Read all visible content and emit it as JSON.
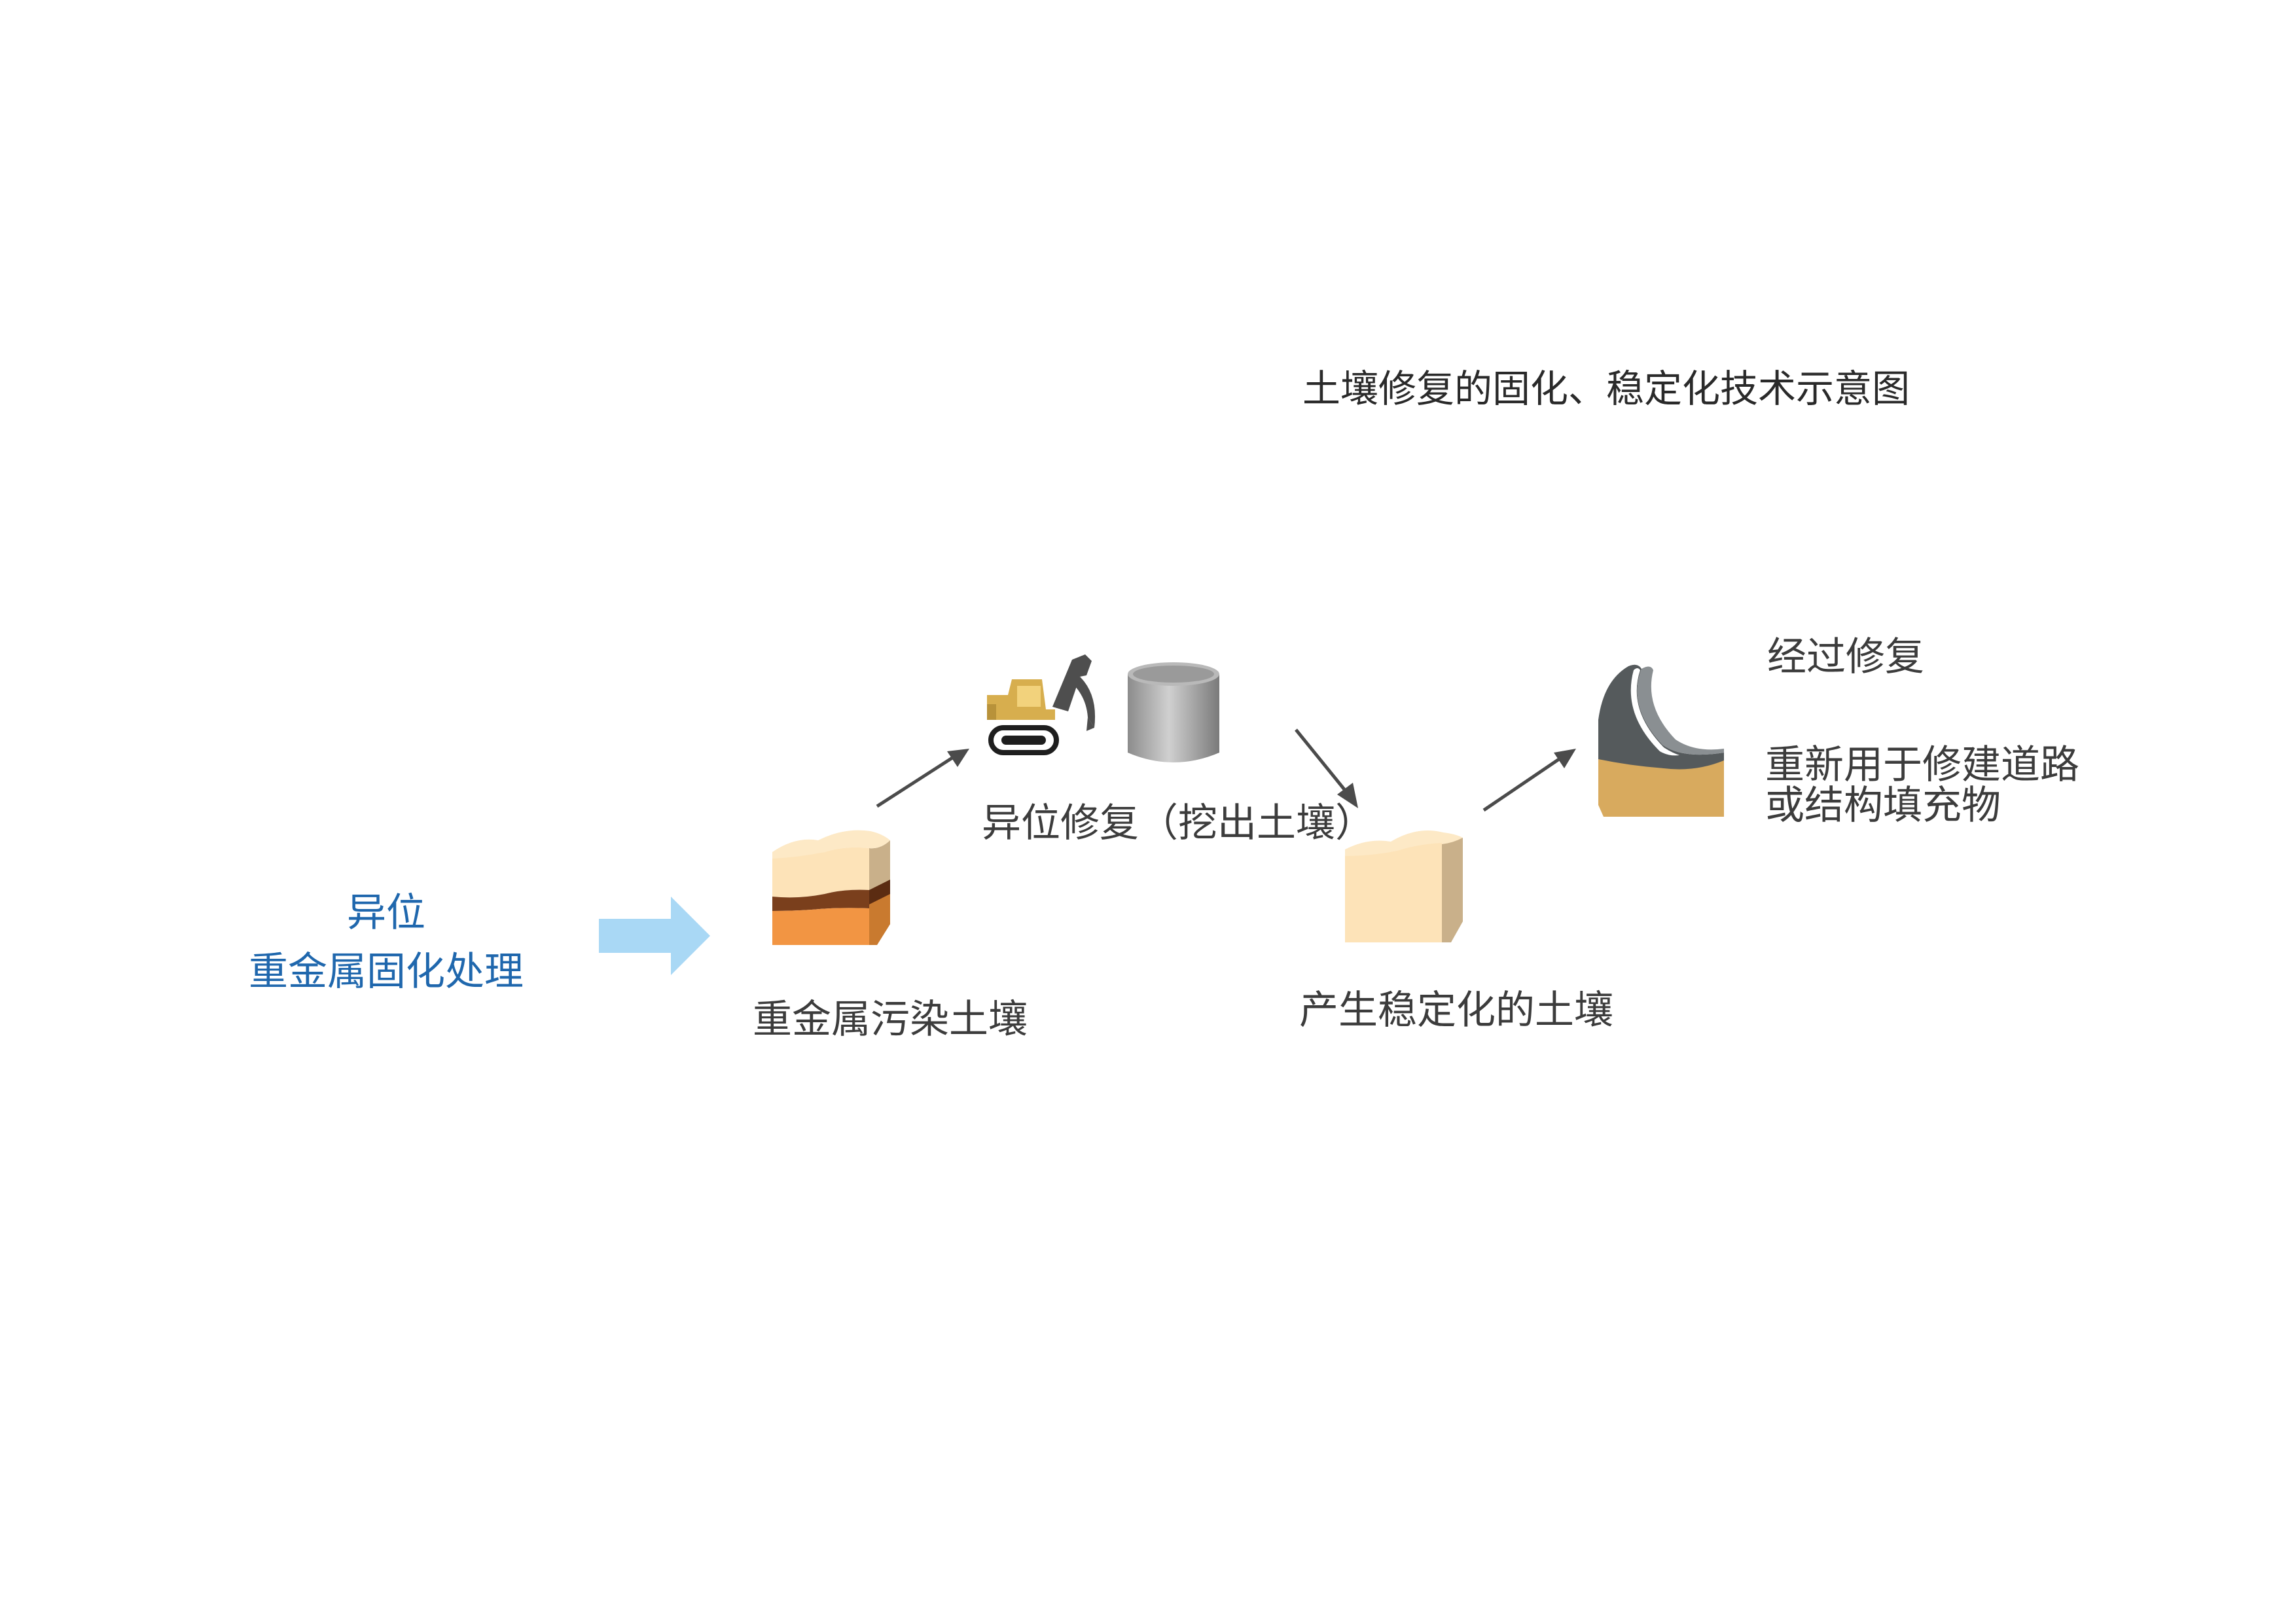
{
  "title": "土壤修复的固化、稳定化技术示意图",
  "left_label": {
    "line1": "异位",
    "line2": "重金属固化处理"
  },
  "labels": {
    "contaminated_soil": "重金属污染土壤",
    "ex_situ_excavation": "异位修复（挖出土壤）",
    "stabilized_soil": "产生稳定化的土壤",
    "after_remediation": "经过修复",
    "reuse_line1": "重新用于修建道路",
    "reuse_line2": "或结构填充物"
  },
  "icons": {
    "process_arrow": "thick-right-arrow-icon",
    "contaminated_soil": "layered-soil-block-icon",
    "excavator": "excavator-icon",
    "drum": "treatment-drum-icon",
    "stabilized_soil": "stabilized-soil-block-icon",
    "road": "road-on-soil-icon",
    "flow_arrow": "thin-arrow-icon"
  },
  "colors": {
    "title_text": "#2a2a2a",
    "accent_blue_text": "#1f67ad",
    "body_text": "#3c3c3c",
    "process_arrow": "#a9d8f5",
    "flow_arrow": "#4b4b4b",
    "soil_top": "#fde3b8",
    "soil_side": "#c9b08a",
    "contaminant_band": "#7a3f1c",
    "soil_lower": "#f29543",
    "excavator_body": "#d7ae4e",
    "drum_gray": "#a8a8a8",
    "road_dark": "#555a5c",
    "road_base": "#d8aa5e"
  }
}
